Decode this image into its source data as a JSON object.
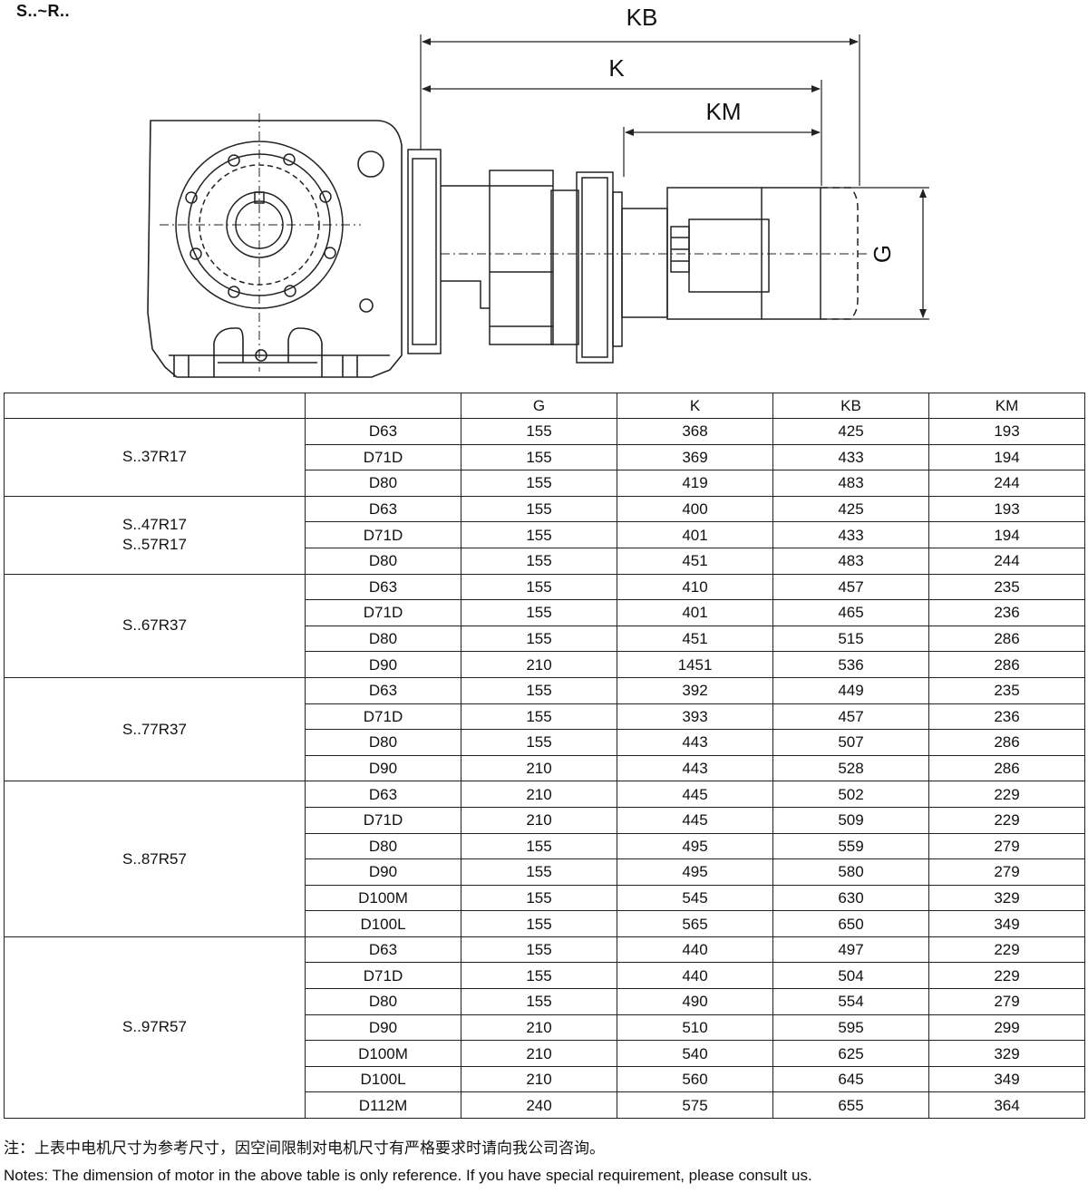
{
  "title": "S..~R..",
  "drawing": {
    "dimension_labels": {
      "kb": "KB",
      "k": "K",
      "km": "KM",
      "g": "G"
    }
  },
  "table": {
    "headers": [
      "",
      "",
      "G",
      "K",
      "KB",
      "KM"
    ],
    "groups": [
      {
        "models": [
          "S..37R17"
        ],
        "rows": [
          [
            "D63",
            "155",
            "368",
            "425",
            "193"
          ],
          [
            "D71D",
            "155",
            "369",
            "433",
            "194"
          ],
          [
            "D80",
            "155",
            "419",
            "483",
            "244"
          ]
        ]
      },
      {
        "models": [
          "S..47R17",
          "S..57R17"
        ],
        "rows": [
          [
            "D63",
            "155",
            "400",
            "425",
            "193"
          ],
          [
            "D71D",
            "155",
            "401",
            "433",
            "194"
          ],
          [
            "D80",
            "155",
            "451",
            "483",
            "244"
          ]
        ]
      },
      {
        "models": [
          "S..67R37"
        ],
        "rows": [
          [
            "D63",
            "155",
            "410",
            "457",
            "235"
          ],
          [
            "D71D",
            "155",
            "401",
            "465",
            "236"
          ],
          [
            "D80",
            "155",
            "451",
            "515",
            "286"
          ],
          [
            "D90",
            "210",
            "1451",
            "536",
            "286"
          ]
        ]
      },
      {
        "models": [
          "S..77R37"
        ],
        "rows": [
          [
            "D63",
            "155",
            "392",
            "449",
            "235"
          ],
          [
            "D71D",
            "155",
            "393",
            "457",
            "236"
          ],
          [
            "D80",
            "155",
            "443",
            "507",
            "286"
          ],
          [
            "D90",
            "210",
            "443",
            "528",
            "286"
          ]
        ]
      },
      {
        "models": [
          "S..87R57"
        ],
        "rows": [
          [
            "D63",
            "210",
            "445",
            "502",
            "229"
          ],
          [
            "D71D",
            "210",
            "445",
            "509",
            "229"
          ],
          [
            "D80",
            "155",
            "495",
            "559",
            "279"
          ],
          [
            "D90",
            "155",
            "495",
            "580",
            "279"
          ],
          [
            "D100M",
            "155",
            "545",
            "630",
            "329"
          ],
          [
            "D100L",
            "155",
            "565",
            "650",
            "349"
          ]
        ]
      },
      {
        "models": [
          "S..97R57"
        ],
        "rows": [
          [
            "D63",
            "155",
            "440",
            "497",
            "229"
          ],
          [
            "D71D",
            "155",
            "440",
            "504",
            "229"
          ],
          [
            "D80",
            "155",
            "490",
            "554",
            "279"
          ],
          [
            "D90",
            "210",
            "510",
            "595",
            "299"
          ],
          [
            "D100M",
            "210",
            "540",
            "625",
            "329"
          ],
          [
            "D100L",
            "210",
            "560",
            "645",
            "349"
          ],
          [
            "D112M",
            "240",
            "575",
            "655",
            "364"
          ]
        ]
      }
    ]
  },
  "notes": {
    "cn": "注：上表中电机尺寸为参考尺寸，因空间限制对电机尺寸有严格要求时请向我公司咨询。",
    "en": "Notes: The dimension of motor in the above table is only reference. If you have special requirement, please consult us."
  }
}
